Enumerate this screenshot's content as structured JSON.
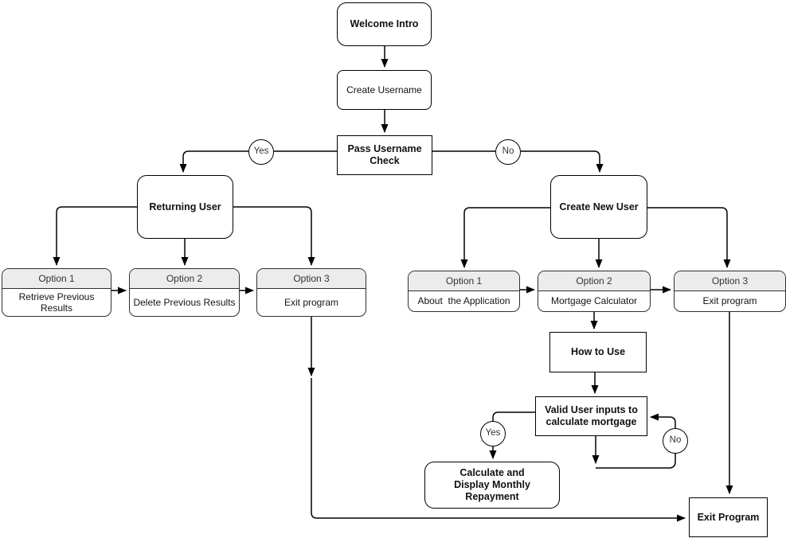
{
  "diagram": {
    "welcome": "Welcome Intro",
    "create_username": "Create Username",
    "pass_check": "Pass Username Check",
    "branch_yes": "Yes",
    "branch_no": "No",
    "returning_user": "Returning User",
    "create_new_user": "Create New User",
    "left_options": [
      {
        "header": "Option 1",
        "body": "Retrieve Previous Results"
      },
      {
        "header": "Option 2",
        "body": "Delete Previous Results"
      },
      {
        "header": "Option 3",
        "body": "Exit program"
      }
    ],
    "right_options": [
      {
        "header": "Option 1",
        "body": "About  the Application"
      },
      {
        "header": "Option 2",
        "body": "Mortgage Calculator"
      },
      {
        "header": "Option 3",
        "body": "Exit program"
      }
    ],
    "how_to_use": "How to Use",
    "valid_inputs": "Valid User inputs to calculate mortgage",
    "valid_yes": "Yes",
    "valid_no": "No",
    "calc_display": "Calculate and Display Monthly Repayment",
    "exit_program": "Exit Program",
    "colors": {
      "stroke": "#000000",
      "node_fill": "#ffffff",
      "option_header_fill": "#ececec",
      "text": "#000000"
    }
  }
}
